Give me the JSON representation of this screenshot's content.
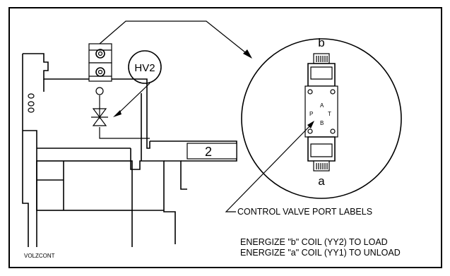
{
  "figure_id": "VOLZCONT",
  "callouts": {
    "hv2": "HV2",
    "line_number": "2",
    "coil_b": "b",
    "coil_a": "a",
    "port_a": "A",
    "port_b": "B",
    "port_p": "P",
    "port_t": "T",
    "control_valve_label": "CONTROL VALVE PORT LABELS"
  },
  "notes": {
    "line1": "ENERGIZE \"b\" COIL (YY2) TO LOAD",
    "line2": "ENERGIZE \"a\" COIL (YY1) TO UNLOAD"
  }
}
